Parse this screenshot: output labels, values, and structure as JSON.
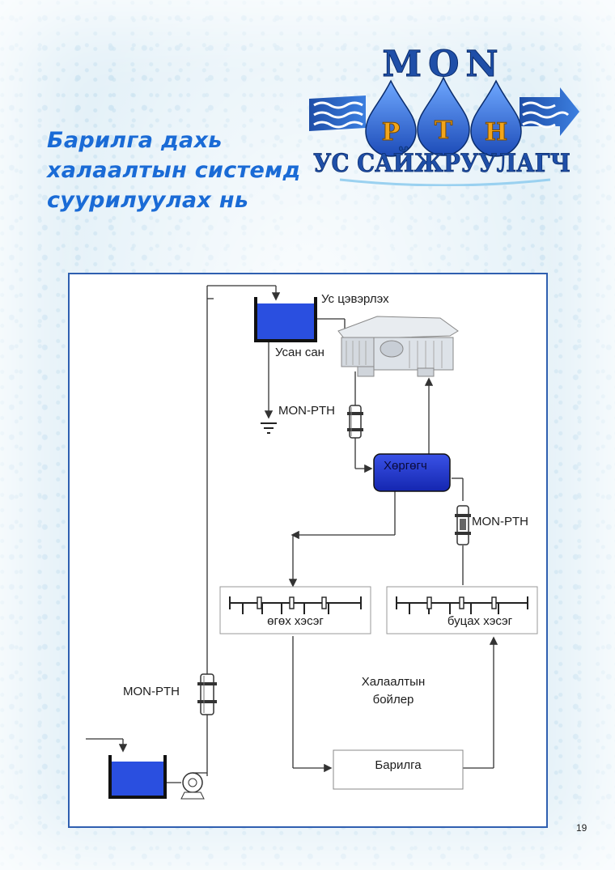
{
  "heading": {
    "line1": "Барилга дахь",
    "line2": "халаалтын системд",
    "line3": "суурилуулах нь"
  },
  "logo": {
    "top_text": "MON",
    "letters": [
      "P",
      "T",
      "H"
    ],
    "bottom_text": "УС САЙЖРУУЛАГЧ",
    "colors": {
      "brand_blue": "#1f4fa8",
      "letter_orange": "#f2a51b",
      "drop_blue": "#2d6fd0"
    }
  },
  "diagram": {
    "tank_label": "Усан сан",
    "cleaner_label": "Ус цэвэрлэх",
    "filter_label_top": "MON-PTH",
    "filter_label_right": "MON-PTH",
    "filter_label_left": "MON-PTH",
    "cooler_label": "Хөргөгч",
    "supply_label": "өгөх хэсэг",
    "return_label": "буцах хэсэг",
    "boiler_label_line1": "Халаалтын",
    "boiler_label_line2": "бойлер",
    "building_label": "Барилга",
    "colors": {
      "tank_water": "#2a4fe0",
      "cooler_fill": "#2033cc",
      "line": "#333333",
      "frame": "#2f5fb0"
    }
  },
  "page_number": "19"
}
